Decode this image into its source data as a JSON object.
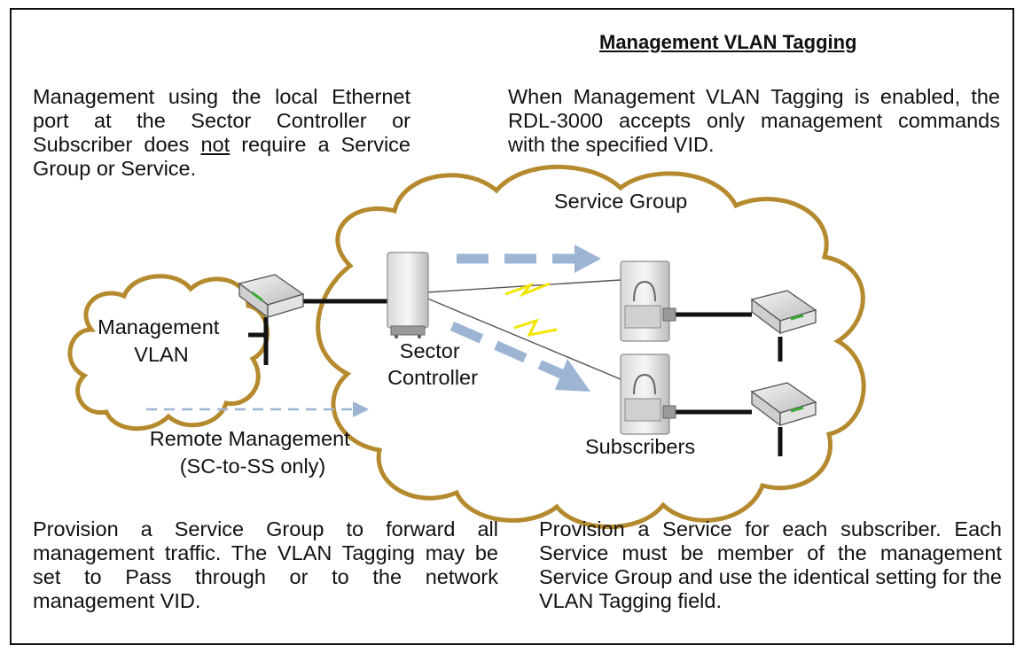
{
  "title": "Management VLAN Tagging",
  "left_note": {
    "before": "Management using the local Ethernet port at the Sector Controller or Subscriber does ",
    "emphasis": "not",
    "after": " require a Service Group or Service."
  },
  "right_note": "When Management VLAN Tagging is enabled, the RDL-3000 accepts only management commands with the specified VID.",
  "labels": {
    "service_group": "Service Group",
    "management_vlan_line1": "Management",
    "management_vlan_line2": "VLAN",
    "sector_controller_line1": "Sector",
    "sector_controller_line2": "Controller",
    "subscribers": "Subscribers",
    "remote_management_line1": "Remote Management",
    "remote_management_line2": "(SC-to-SS only)"
  },
  "bottom_left": "Provision a Service Group to forward all management traffic. The VLAN Tagging may be set to Pass through or to the network management VID.",
  "bottom_right": "Provision a Service for each subscriber. Each Service must be member of the management Service Group and use the identical setting for the VLAN Tagging field.",
  "colors": {
    "cloud_outline": "#B58A2E",
    "flow_arrow": "#9DB5D3",
    "lightning": "#F2E600",
    "link": "#111111"
  }
}
